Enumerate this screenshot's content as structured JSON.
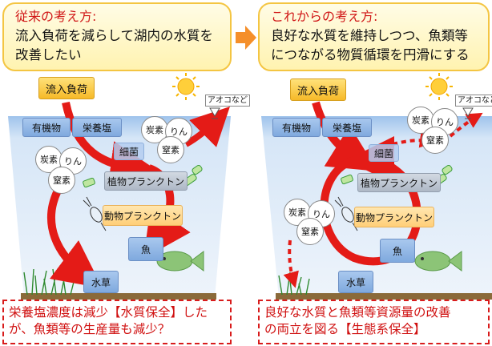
{
  "colors": {
    "header_title": "#d01616",
    "bottom_text": "#d01010",
    "arrow_red": "#e41b17",
    "water": "#cfe0f5"
  },
  "left": {
    "header_title": "従来の考え方:",
    "header_line1": "流入負荷を減らして湖内の水質を",
    "header_line2": "改善したい",
    "inflow": "流入負荷",
    "organic": "有機物",
    "nutrients": "栄養塩",
    "carbon": "炭素",
    "phosphorus": "りん",
    "nitrogen": "窒素",
    "carbon2": "炭素",
    "phosphorus2": "りん",
    "nitrogen2": "窒素",
    "algae": "アオコなど",
    "bacteria": "細菌",
    "phytoplankton": "植物プランクトン",
    "zooplankton": "動物プランクトン",
    "fish": "魚",
    "aquatic_plants": "水草",
    "bottom_line1": "栄養塩濃度は減少【水質保全】した",
    "bottom_line2": "が、魚類等の生産量も減少？"
  },
  "right": {
    "header_title": "これからの考え方:",
    "header_line1": "良好な水質を維持しつつ、魚類等",
    "header_line2": "につながる物質循環を円滑にする",
    "inflow": "流入負荷",
    "organic": "有機物",
    "nutrients": "栄養塩",
    "carbon": "炭素",
    "phosphorus": "りん",
    "nitrogen": "窒素",
    "carbon2": "炭素",
    "phosphorus2": "りん",
    "nitrogen2": "窒素",
    "algae": "アオコなど",
    "bacteria": "細菌",
    "phytoplankton": "植物プランクトン",
    "zooplankton": "動物プランクトン",
    "fish": "魚",
    "aquatic_plants": "水草",
    "bottom_line1": "良好な水質と魚類等資源量の改善",
    "bottom_line2": "の両立を図る【生態系保全】"
  },
  "transition_arrow_icon": "right-arrow-icon"
}
